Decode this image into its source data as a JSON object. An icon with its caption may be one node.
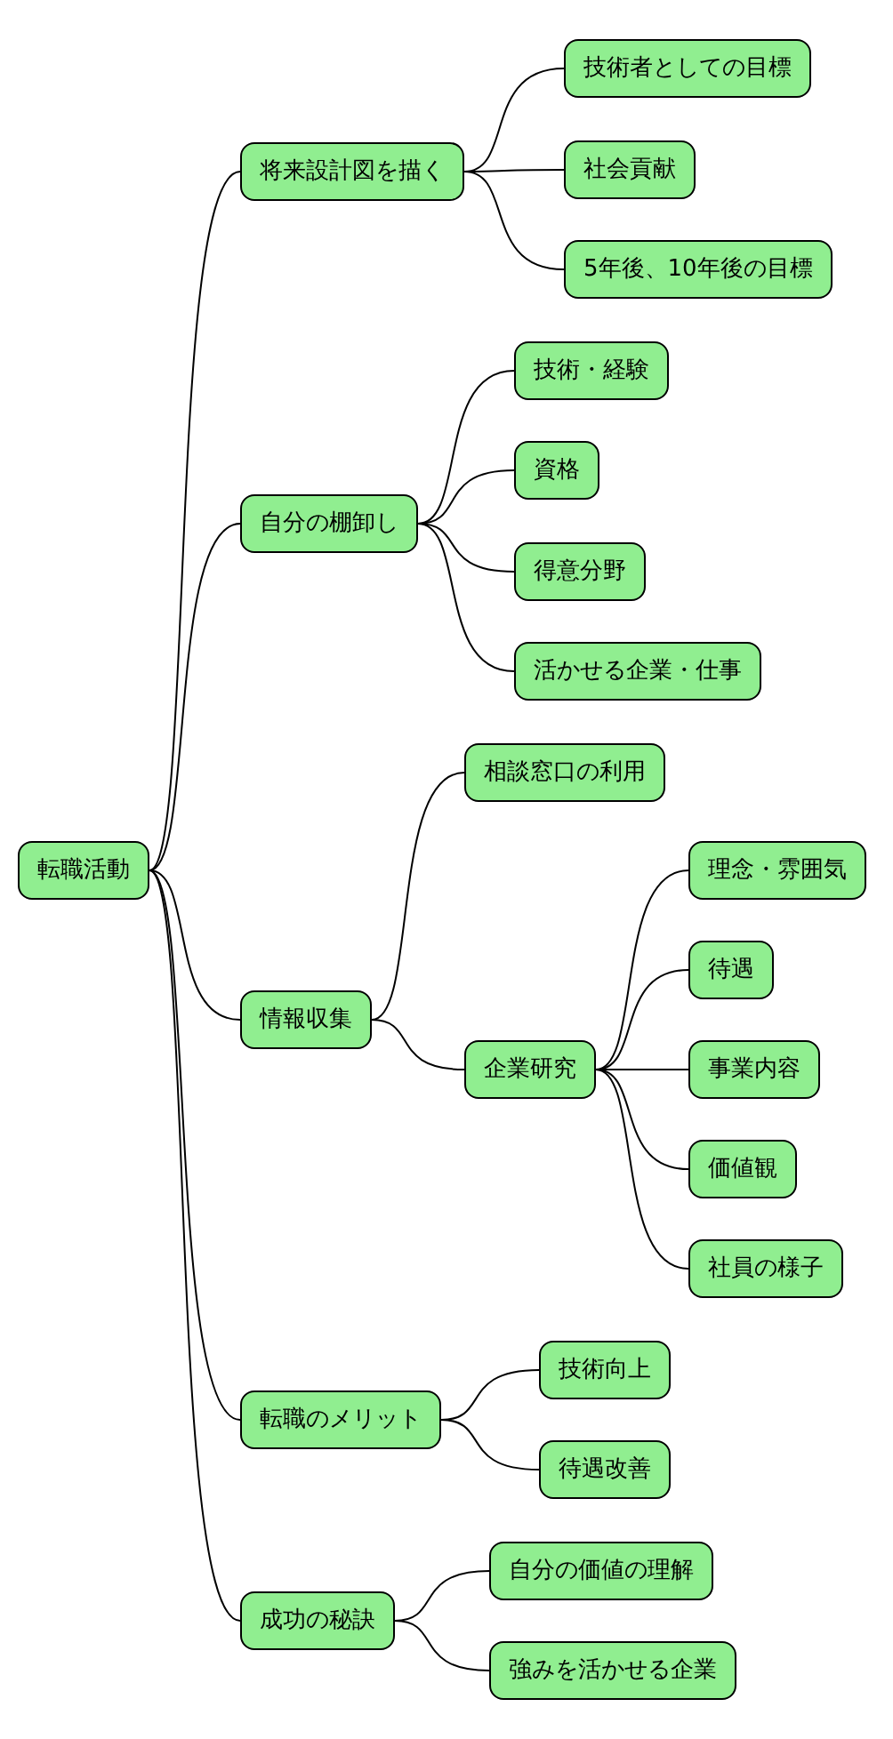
{
  "diagram": {
    "nodes": [
      {
        "text": [
          "転職活動"
        ]
      },
      {
        "text": [
          "将来設計図を描く"
        ]
      },
      {
        "text": [
          "技術者としての目標"
        ]
      },
      {
        "text": [
          "社会貢献"
        ]
      },
      {
        "text": [
          "5年後、10年後の目標"
        ]
      },
      {
        "text": [
          "自分の棚卸し"
        ]
      },
      {
        "text": [
          "技術・経験"
        ]
      },
      {
        "text": [
          "資格"
        ]
      },
      {
        "text": [
          "得意分野"
        ]
      },
      {
        "text": [
          "活かせる企業・仕事"
        ]
      },
      {
        "text": [
          "情報収集"
        ]
      },
      {
        "text": [
          "相談窓口の利用"
        ]
      },
      {
        "text": [
          "企業研究"
        ]
      },
      {
        "text": [
          "理念・雰囲気"
        ]
      },
      {
        "text": [
          "待遇"
        ]
      },
      {
        "text": [
          "事業内容"
        ]
      },
      {
        "text": [
          "価値観"
        ]
      },
      {
        "text": [
          "社員の様子"
        ]
      },
      {
        "text": [
          "転職のメリット"
        ]
      },
      {
        "text": [
          "技術向上"
        ]
      },
      {
        "text": [
          "待遇改善"
        ]
      },
      {
        "text": [
          "成功の秘訣"
        ]
      },
      {
        "text": [
          "自分の価値の理解"
        ]
      },
      {
        "text": [
          "強みを活かせる企業"
        ]
      }
    ],
    "edges": [
      {
        "from": 0,
        "to": 1,
        "arrow": "none"
      },
      {
        "from": 1,
        "to": 2,
        "arrow": "none"
      },
      {
        "from": 1,
        "to": 3,
        "arrow": "none"
      },
      {
        "from": 1,
        "to": 4,
        "arrow": "none"
      },
      {
        "from": 0,
        "to": 5,
        "arrow": "none"
      },
      {
        "from": 5,
        "to": 6,
        "arrow": "none"
      },
      {
        "from": 5,
        "to": 7,
        "arrow": "none"
      },
      {
        "from": 5,
        "to": 8,
        "arrow": "none"
      },
      {
        "from": 5,
        "to": 9,
        "arrow": "none"
      },
      {
        "from": 0,
        "to": 10,
        "arrow": "none"
      },
      {
        "from": 10,
        "to": 11,
        "arrow": "none"
      },
      {
        "from": 10,
        "to": 12,
        "arrow": "none"
      },
      {
        "from": 12,
        "to": 13,
        "arrow": "none"
      },
      {
        "from": 12,
        "to": 14,
        "arrow": "none"
      },
      {
        "from": 12,
        "to": 15,
        "arrow": "none"
      },
      {
        "from": 12,
        "to": 16,
        "arrow": "none"
      },
      {
        "from": 12,
        "to": 17,
        "arrow": "none"
      },
      {
        "from": 0,
        "to": 18,
        "arrow": "none"
      },
      {
        "from": 18,
        "to": 19,
        "arrow": "none"
      },
      {
        "from": 18,
        "to": 20,
        "arrow": "none"
      },
      {
        "from": 0,
        "to": 21,
        "arrow": "none"
      },
      {
        "from": 21,
        "to": 22,
        "arrow": "none"
      },
      {
        "from": 21,
        "to": 23,
        "arrow": "none"
      }
    ]
  }
}
